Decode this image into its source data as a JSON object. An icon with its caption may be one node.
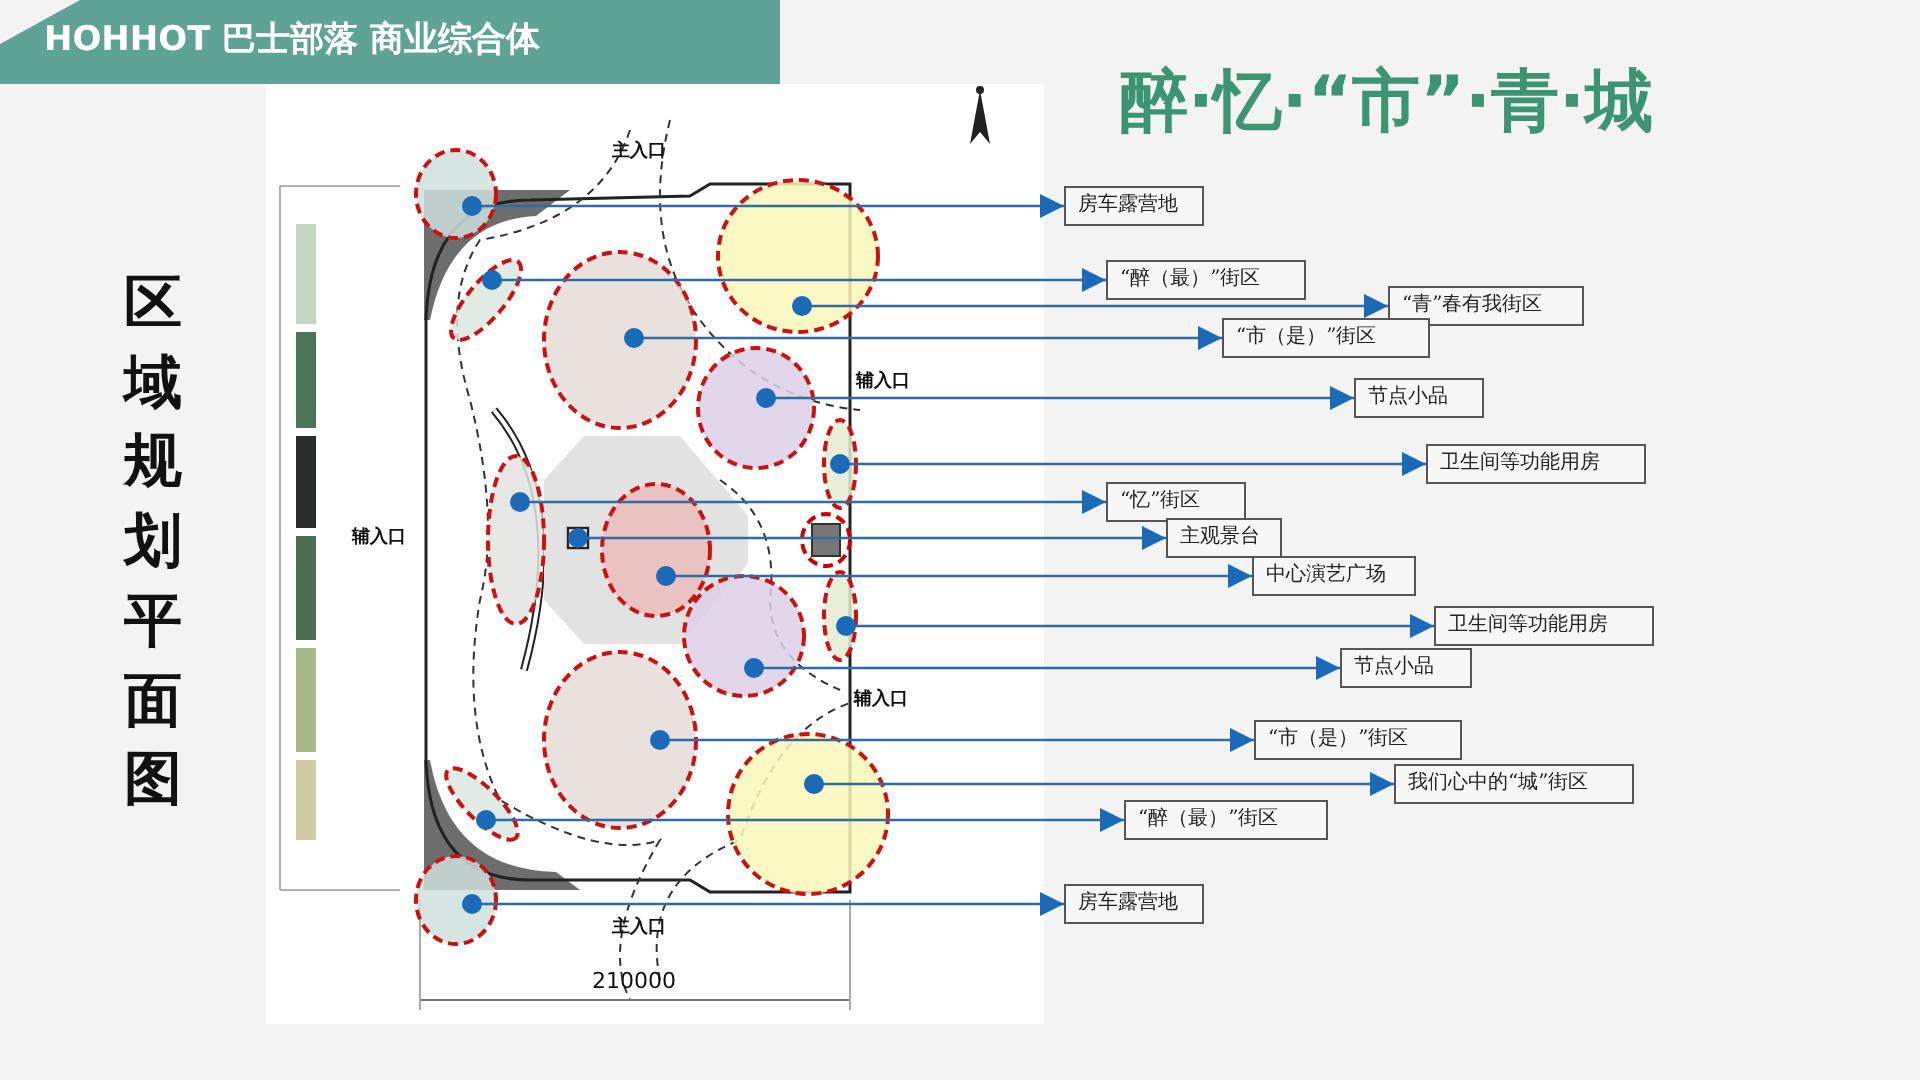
{
  "diagram": {
    "title": "HOHHOT 巴士部落 商业综合体",
    "nodes": [
      {
        "text": [],
        "shape": "circle"
      },
      {
        "text": [],
        "shape": "circle"
      },
      {
        "text": [],
        "shape": "circle"
      },
      {
        "text": [],
        "shape": "circle"
      },
      {
        "text": [],
        "shape": "circle"
      },
      {
        "text": [],
        "shape": "circle"
      },
      {
        "text": [],
        "shape": "circle"
      },
      {
        "text": [],
        "shape": "box"
      },
      {
        "text": [],
        "shape": "circle"
      },
      {
        "text": [],
        "shape": "circle"
      },
      {
        "text": [],
        "shape": "circle"
      },
      {
        "text": [],
        "shape": "circle"
      },
      {
        "text": [],
        "shape": "circle"
      },
      {
        "text": [],
        "shape": "circle"
      },
      {
        "text": [],
        "shape": "circle"
      },
      {
        "text": [
          "房车露营地"
        ]
      },
      {
        "text": [
          "“醉（最）”街区"
        ]
      },
      {
        "text": [
          "“青”春有我街区"
        ]
      },
      {
        "text": [
          "“市（是）”街区"
        ]
      },
      {
        "text": [
          "节点小品"
        ]
      },
      {
        "text": [
          "卫生间等功能用房"
        ]
      },
      {
        "text": [
          "“忆”街区"
        ]
      },
      {
        "text": [
          "主观景台"
        ]
      },
      {
        "text": [
          "中心演艺广场"
        ]
      },
      {
        "text": [
          "卫生间等功能用房"
        ]
      },
      {
        "text": [
          "节点小品"
        ]
      },
      {
        "text": [
          "“市（是）”街区"
        ]
      },
      {
        "text": [
          "我们心中的“城”街区"
        ]
      },
      {
        "text": [
          "“醉（最）”街区"
        ]
      },
      {
        "text": [
          "房车露营地"
        ]
      }
    ],
    "edges": [
      {
        "from": 0,
        "to": 15,
        "arrow": "to"
      },
      {
        "from": 1,
        "to": 16,
        "arrow": "to"
      },
      {
        "from": 2,
        "to": 17,
        "arrow": "to"
      },
      {
        "from": 3,
        "to": 18,
        "arrow": "to"
      },
      {
        "from": 4,
        "to": 19,
        "arrow": "to"
      },
      {
        "from": 5,
        "to": 20,
        "arrow": "to"
      },
      {
        "from": 6,
        "to": 21,
        "arrow": "to"
      },
      {
        "from": 7,
        "to": 22,
        "arrow": "to"
      },
      {
        "from": 8,
        "to": 23,
        "arrow": "to"
      },
      {
        "from": 9,
        "to": 24,
        "arrow": "to"
      },
      {
        "from": 10,
        "to": 25,
        "arrow": "to"
      },
      {
        "from": 11,
        "to": 26,
        "arrow": "to"
      },
      {
        "from": 12,
        "to": 27,
        "arrow": "to"
      },
      {
        "from": 13,
        "to": 28,
        "arrow": "to"
      },
      {
        "from": 14,
        "to": 29,
        "arrow": "to"
      }
    ],
    "labels": [
      "醉·忆·“市”·青·城",
      "区域规划平面图",
      "主入口",
      "辅入口",
      "辅入口",
      "辅入口",
      "主入口",
      "210000"
    ]
  }
}
